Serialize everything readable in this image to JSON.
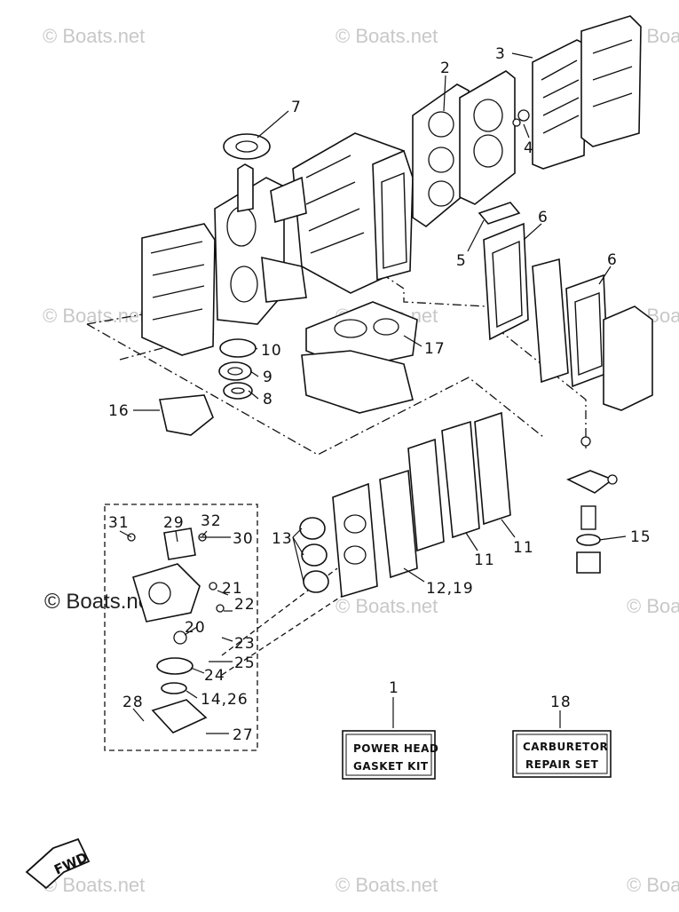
{
  "watermark": {
    "text": "© Boats.net"
  },
  "callouts": {
    "c1": "1",
    "c2": "2",
    "c3": "3",
    "c4": "4",
    "c5": "5",
    "c6a": "6",
    "c6b": "6",
    "c7": "7",
    "c8": "8",
    "c9": "9",
    "c10": "10",
    "c11a": "11",
    "c11b": "11",
    "c12_19": "12,19",
    "c13": "13",
    "c14_26": "14,26",
    "c15": "15",
    "c16": "16",
    "c17": "17",
    "c18": "18",
    "c20": "20",
    "c21": "21",
    "c22": "22",
    "c23": "23",
    "c24": "24",
    "c25": "25",
    "c27": "27",
    "c28": "28",
    "c29": "29",
    "c30": "30",
    "c31": "31",
    "c32": "32"
  },
  "kits": {
    "power_head_line1": "POWER HEAD",
    "power_head_line2": "GASKET KIT",
    "carburetor_line1": "CARBURETOR",
    "carburetor_line2": "REPAIR SET"
  },
  "direction_arrow": {
    "label": "FWD"
  }
}
